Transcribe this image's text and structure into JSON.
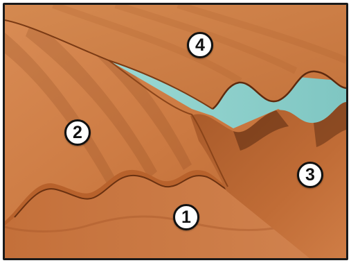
{
  "figure": {
    "kind": "roofing-sheet-overlap-illustration",
    "colors": {
      "sheet": "#c8743e",
      "sheet_light": "#d68a52",
      "sheet_shadow": "#9c5227",
      "underlay": "#8fd0cc",
      "frame": "#1a1a1a"
    }
  },
  "badges": [
    {
      "label": "1"
    },
    {
      "label": "2"
    },
    {
      "label": "3"
    },
    {
      "label": "4"
    }
  ]
}
